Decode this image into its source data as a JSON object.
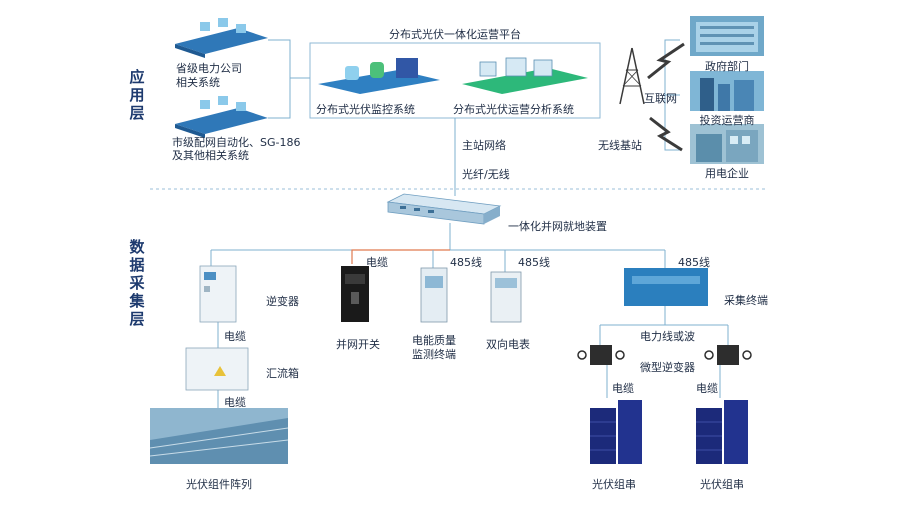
{
  "layers": {
    "application": "应用层",
    "data_collection": "数据采集层"
  },
  "platform": {
    "title": "分布式光伏一体化运营平台",
    "monitor": "分布式光伏监控系统",
    "analysis": "分布式光伏运营分析系统"
  },
  "left_systems": {
    "provincial": "省级电力公司\n相关系统",
    "municipal": "市级配网自动化、SG-186\n及其他相关系统"
  },
  "links": {
    "main_network": "主站网络",
    "fiber_wireless": "光纤/无线",
    "internet": "互联网",
    "base_station": "无线基站",
    "cable": "电缆",
    "rs485": "485线",
    "power_line": "电力线或波"
  },
  "right_parties": {
    "government": "政府部门",
    "investor": "投资运营商",
    "power_user": "用电企业"
  },
  "gateway": "一体化并网就地装置",
  "devices": {
    "inverter": "逆变器",
    "combiner": "汇流箱",
    "pv_array": "光伏组件阵列",
    "grid_switch": "并网开关",
    "quality_terminal": "电能质量\n监测终端",
    "bidirectional_meter": "双向电表",
    "collector": "采集终端",
    "micro_inverter": "微型逆变器",
    "pv_string_1": "光伏组串",
    "pv_string_2": "光伏组串"
  },
  "colors": {
    "line": "#7fb0cf",
    "cable_line": "#e07a4f",
    "layer_text": "#1d3a6e",
    "panel": "#1c2a7a",
    "platform_green": "#2db87a"
  }
}
